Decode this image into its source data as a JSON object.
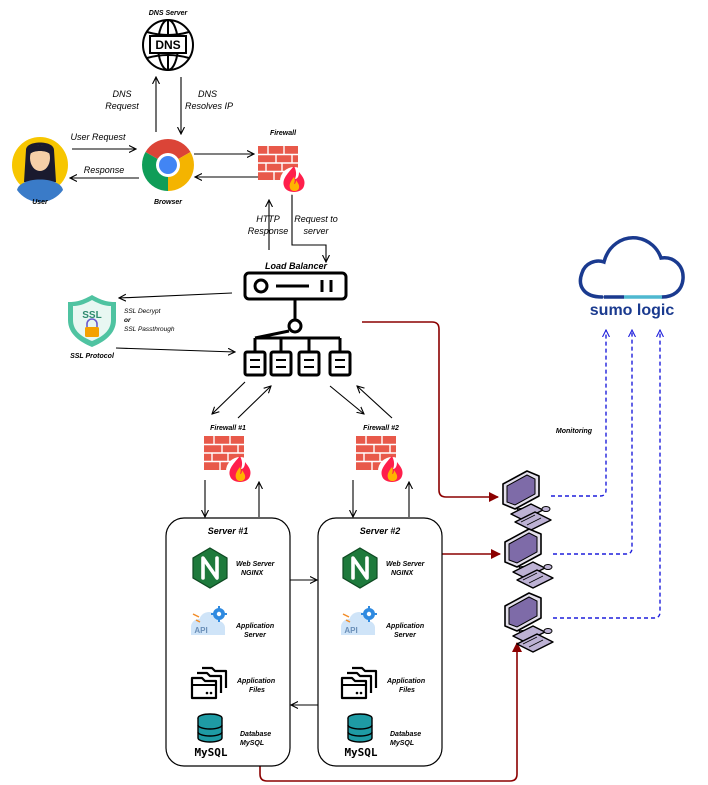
{
  "nodes": {
    "dns_server": "DNS Server",
    "dns_badge": "DNS",
    "user": "User",
    "browser": "Browser",
    "firewall": "Firewall",
    "load_balancer": "Load Balancer",
    "ssl_protocol": "SSL Protocol",
    "ssl_badge": "SSL",
    "firewall_1": "Firewall #1",
    "firewall_2": "Firewall #2",
    "server_1": "Server #1",
    "server_2": "Server #2",
    "sumo_logic": "sumo logic"
  },
  "edge_labels": {
    "dns_request_1": "DNS",
    "dns_request_2": "Request",
    "dns_resolves_1": "DNS",
    "dns_resolves_2": "Resolves IP",
    "user_request": "User Request",
    "response": "Response",
    "http_response_1": "HTTP",
    "http_response_2": "Response",
    "request_to_server_1": "Request to",
    "request_to_server_2": "server",
    "ssl_decrypt": "SSL Decrypt",
    "ssl_or": "or",
    "ssl_passthrough": "SSL Passthrough",
    "monitoring": "Monitoring"
  },
  "server_components": {
    "web_server_1": "Web Server",
    "web_server_2": "NGINX",
    "app_server_1": "Application",
    "app_server_2": "Server",
    "app_files_1": "Application",
    "app_files_2": "Files",
    "database_1": "Database",
    "database_2": "MySQL",
    "api_badge": "API",
    "mysql_logo": "MySQL"
  },
  "colors": {
    "data_flow": "#8b0000",
    "monitoring": "#1f1fdc",
    "firewall": "#e8594a",
    "nginx": "#1e7a3c",
    "sumo": "#1a3a8f"
  }
}
